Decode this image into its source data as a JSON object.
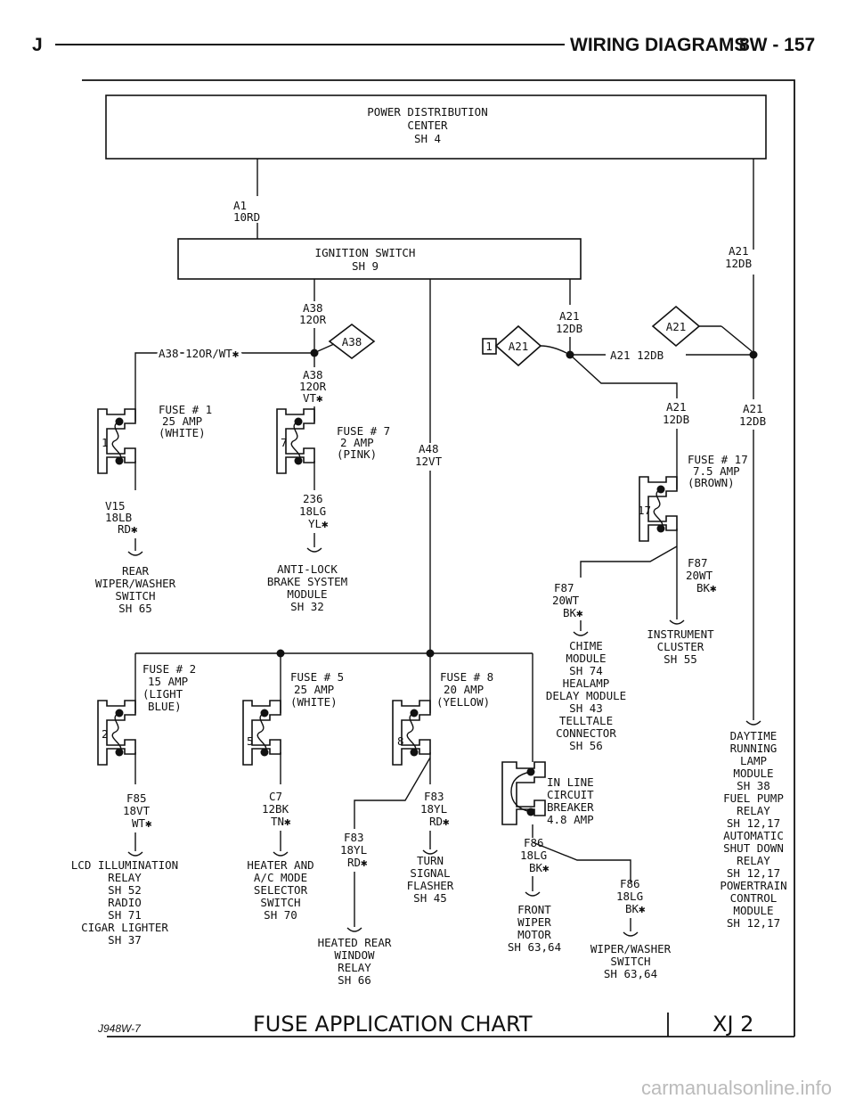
{
  "header": {
    "left": "J",
    "title": "WIRING DIAGRAMS",
    "page": "8W - 157"
  },
  "boxes": {
    "pdc": [
      "POWER DISTRIBUTION",
      "CENTER",
      "SH 4"
    ],
    "ignition": [
      "IGNITION SWITCH",
      "SH 9"
    ]
  },
  "wires": {
    "a1": [
      "A1",
      "10RD"
    ],
    "a21_right": [
      "A21",
      "12DB"
    ],
    "a38_top": [
      "A38",
      "12OR"
    ],
    "a38_branch": [
      "A38 12OR/WT✱"
    ],
    "a38_mid": [
      "A38",
      "12OR",
      "VT✱"
    ],
    "a21_mid": [
      "A21",
      "12DB"
    ],
    "a21_run": [
      "A21 12DB"
    ],
    "a21_f17": [
      "A21",
      "12DB"
    ],
    "a21_f17b": [
      "A21",
      "12DB"
    ],
    "a48": [
      "A48",
      "12VT"
    ],
    "v15": [
      "V15",
      "18LB",
      "RD✱"
    ],
    "w236": [
      "236",
      "18LG",
      "YL✱"
    ],
    "f87_right": [
      "F87",
      "20WT",
      "BK✱"
    ],
    "f87_left": [
      "F87",
      "20WT",
      "BK✱"
    ],
    "f85": [
      "F85",
      "18VT",
      "WT✱"
    ],
    "c7": [
      "C7",
      "12BK",
      "TN✱"
    ],
    "f83_right": [
      "F83",
      "18YL",
      "RD✱"
    ],
    "f83_left": [
      "F83",
      "18YL",
      "RD✱"
    ],
    "f86_left": [
      "F86",
      "18LG",
      "BK✱"
    ],
    "f86_right": [
      "F86",
      "18LG",
      "BK✱"
    ]
  },
  "connector_tags": [
    "A38",
    "A21",
    "A21",
    "1"
  ],
  "fuses": {
    "f1": {
      "num": "1",
      "lines": [
        "FUSE # 1",
        "25 AMP",
        "(WHITE)"
      ]
    },
    "f7": {
      "num": "7",
      "lines": [
        "FUSE # 7",
        "2 AMP",
        "(PINK)"
      ]
    },
    "f17": {
      "num": "17",
      "lines": [
        "FUSE # 17",
        "7.5 AMP",
        "(BROWN)"
      ]
    },
    "f2": {
      "num": "2",
      "lines": [
        "FUSE # 2",
        "15 AMP",
        "(LIGHT",
        "BLUE)"
      ]
    },
    "f5": {
      "num": "5",
      "lines": [
        "FUSE # 5",
        "25 AMP",
        "(WHITE)"
      ]
    },
    "f8": {
      "num": "8",
      "lines": [
        "FUSE # 8",
        "20 AMP",
        "(YELLOW)"
      ]
    },
    "breaker": {
      "lines": [
        "IN LINE",
        "CIRCUIT",
        "BREAKER",
        "4.8 AMP"
      ]
    }
  },
  "destinations": {
    "rear_wiper": [
      "REAR",
      "WIPER/WASHER",
      "SWITCH",
      "SH 65"
    ],
    "abs": [
      "ANTI-LOCK",
      "BRAKE SYSTEM",
      "MODULE",
      "SH 32"
    ],
    "cluster": [
      "INSTRUMENT",
      "CLUSTER",
      "SH 55"
    ],
    "chime": [
      "CHIME",
      "MODULE",
      "SH 74",
      "HEALAMP",
      "DELAY MODULE",
      "SH 43",
      "TELLTALE",
      "CONNECTOR",
      "SH 56"
    ],
    "drl": [
      "DAYTIME",
      "RUNNING",
      "LAMP",
      "MODULE",
      "SH 38",
      "FUEL PUMP",
      "RELAY",
      "SH 12,17",
      "AUTOMATIC",
      "SHUT DOWN",
      "RELAY",
      "SH 12,17",
      "POWERTRAIN",
      "CONTROL",
      "MODULE",
      "SH 12,17"
    ],
    "lcd": [
      "LCD ILLUMINATION",
      "RELAY",
      "SH 52",
      "RADIO",
      "SH 71",
      "CIGAR LIGHTER",
      "SH 37"
    ],
    "heater": [
      "HEATER AND",
      "A/C MODE",
      "SELECTOR",
      "SWITCH",
      "SH 70"
    ],
    "turn": [
      "TURN",
      "SIGNAL",
      "FLASHER",
      "SH 45"
    ],
    "heated_rear": [
      "HEATED REAR",
      "WINDOW",
      "RELAY",
      "SH 66"
    ],
    "front_wiper": [
      "FRONT",
      "WIPER",
      "MOTOR",
      "SH 63,64"
    ],
    "wiper_switch": [
      "WIPER/WASHER",
      "SWITCH",
      "SH 63,64"
    ]
  },
  "footer": {
    "code": "J948W-7",
    "title": "FUSE APPLICATION CHART",
    "tag": "XJ 2"
  },
  "watermark": "carmanualsonline.info"
}
